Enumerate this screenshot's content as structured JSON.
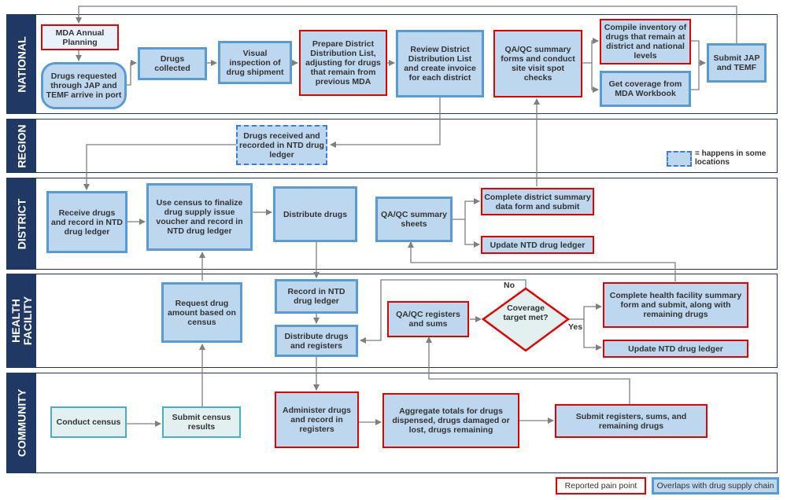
{
  "lanes": {
    "national": "NATIONAL",
    "region": "REGION",
    "district": "DISTRICT",
    "health_facility": "HEALTH\nFACILITY",
    "community": "COMMUNITY"
  },
  "national": {
    "mda_annual_planning": "MDA Annual Planning",
    "drugs_requested": "Drugs requested through JAP and TEMF arrive in port",
    "drugs_collected": "Drugs collected",
    "visual_inspection": "Visual inspection of drug shipment",
    "prepare_list": "Prepare District Distribution List, adjusting for drugs that remain from previous MDA",
    "review_list": "Review District Distribution List and create invoice for each district",
    "qaqc_summary": "QA/QC summary forms and conduct site visit spot checks",
    "compile_inventory": "Compile inventory of drugs that remain at district and national levels",
    "get_coverage": "Get coverage from MDA Workbook",
    "submit_jap": "Submit JAP and TEMF"
  },
  "region": {
    "drugs_received": "Drugs received and recorded in NTD drug ledger",
    "legend_dashed": "= happens in some locations"
  },
  "district": {
    "receive_drugs": "Receive drugs and record in NTD drug ledger",
    "use_census": "Use census to finalize drug supply issue voucher and record in NTD drug ledger",
    "distribute_drugs": "Distribute drugs",
    "qaqc_sheets": "QA/QC summary sheets",
    "complete_district": "Complete district summary data form and submit",
    "update_ledger": "Update NTD drug ledger"
  },
  "health_facility": {
    "request_drug": "Request drug amount based on census",
    "record_ledger": "Record in NTD drug ledger",
    "distribute_registers": "Distribute drugs and registers",
    "qaqc_registers": "QA/QC registers and sums",
    "coverage_target": "Coverage target met?",
    "no_label": "No",
    "yes_label": "Yes",
    "complete_facility": "Complete health facility summary form and submit, along with remaining drugs",
    "update_ledger": "Update NTD drug ledger"
  },
  "community": {
    "conduct_census": "Conduct census",
    "submit_census": "Submit census results",
    "administer_drugs": "Administer drugs and record in registers",
    "aggregate_totals": "Aggregate totals for drugs dispensed, drugs damaged or lost, drugs remaining",
    "submit_registers": "Submit registers, sums, and remaining drugs"
  },
  "legend": {
    "pain_point": "Reported pain point",
    "overlaps": "Overlaps with drug supply chain"
  },
  "colors": {
    "lane_header": "#1f3864",
    "box_fill": "#bdd7ee",
    "box_border": "#5b9bd5",
    "pain_border": "#e00000",
    "teal_border": "#4bacc6",
    "arrow": "#7f7f7f"
  }
}
